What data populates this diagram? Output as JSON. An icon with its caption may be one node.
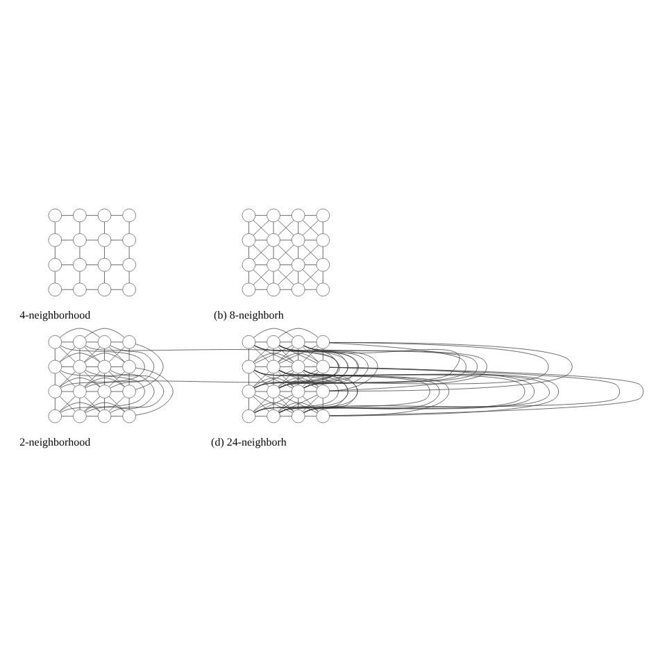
{
  "diagram": {
    "nodes": [
      {
        "text": [],
        "shape": "circle"
      },
      {
        "text": [],
        "shape": "circle"
      },
      {
        "text": [],
        "shape": "circle"
      },
      {
        "text": [],
        "shape": "circle"
      },
      {
        "text": [],
        "shape": "circle"
      },
      {
        "text": [],
        "shape": "circle"
      },
      {
        "text": [],
        "shape": "circle"
      },
      {
        "text": [],
        "shape": "circle"
      },
      {
        "text": [],
        "shape": "circle"
      },
      {
        "text": [],
        "shape": "circle"
      },
      {
        "text": [],
        "shape": "circle"
      },
      {
        "text": [],
        "shape": "circle"
      },
      {
        "text": [],
        "shape": "circle"
      },
      {
        "text": [],
        "shape": "circle"
      },
      {
        "text": [],
        "shape": "circle"
      },
      {
        "text": [],
        "shape": "circle"
      },
      {
        "text": [],
        "shape": "circle"
      },
      {
        "text": [],
        "shape": "circle"
      },
      {
        "text": [],
        "shape": "circle"
      },
      {
        "text": [],
        "shape": "circle"
      },
      {
        "text": [],
        "shape": "circle"
      },
      {
        "text": [],
        "shape": "circle"
      },
      {
        "text": [],
        "shape": "circle"
      },
      {
        "text": [],
        "shape": "circle"
      },
      {
        "text": [],
        "shape": "circle"
      },
      {
        "text": [],
        "shape": "circle"
      },
      {
        "text": [],
        "shape": "circle"
      },
      {
        "text": [],
        "shape": "circle"
      },
      {
        "text": [],
        "shape": "circle"
      },
      {
        "text": [],
        "shape": "circle"
      },
      {
        "text": [],
        "shape": "circle"
      },
      {
        "text": [],
        "shape": "circle"
      },
      {
        "text": [],
        "shape": "circle"
      },
      {
        "text": [],
        "shape": "circle"
      },
      {
        "text": [],
        "shape": "circle"
      },
      {
        "text": [],
        "shape": "circle"
      },
      {
        "text": [],
        "shape": "circle"
      },
      {
        "text": [],
        "shape": "circle"
      },
      {
        "text": [],
        "shape": "circle"
      },
      {
        "text": [],
        "shape": "circle"
      },
      {
        "text": [],
        "shape": "circle"
      },
      {
        "text": [],
        "shape": "circle"
      },
      {
        "text": [],
        "shape": "circle"
      },
      {
        "text": [],
        "shape": "circle"
      },
      {
        "text": [],
        "shape": "circle"
      },
      {
        "text": [],
        "shape": "circle"
      },
      {
        "text": [],
        "shape": "circle"
      },
      {
        "text": [],
        "shape": "circle"
      },
      {
        "text": [],
        "shape": "circle"
      },
      {
        "text": [],
        "shape": "circle"
      },
      {
        "text": [],
        "shape": "circle"
      },
      {
        "text": [],
        "shape": "circle"
      },
      {
        "text": [],
        "shape": "circle"
      },
      {
        "text": [],
        "shape": "circle"
      },
      {
        "text": [],
        "shape": "circle"
      },
      {
        "text": [],
        "shape": "circle"
      },
      {
        "text": [],
        "shape": "circle"
      },
      {
        "text": [],
        "shape": "circle"
      },
      {
        "text": [],
        "shape": "circle"
      },
      {
        "text": [],
        "shape": "circle"
      },
      {
        "text": [],
        "shape": "circle"
      },
      {
        "text": [],
        "shape": "circle"
      },
      {
        "text": [],
        "shape": "circle"
      },
      {
        "text": [],
        "shape": "circle"
      }
    ],
    "edges": [
      {
        "from": 0,
        "to": 1,
        "arrow": "none"
      },
      {
        "from": 1,
        "to": 2,
        "arrow": "none"
      },
      {
        "from": 2,
        "to": 3,
        "arrow": "none"
      },
      {
        "from": 4,
        "to": 5,
        "arrow": "none"
      },
      {
        "from": 5,
        "to": 6,
        "arrow": "none"
      },
      {
        "from": 6,
        "to": 7,
        "arrow": "none"
      },
      {
        "from": 8,
        "to": 9,
        "arrow": "none"
      },
      {
        "from": 9,
        "to": 10,
        "arrow": "none"
      },
      {
        "from": 10,
        "to": 11,
        "arrow": "none"
      },
      {
        "from": 12,
        "to": 13,
        "arrow": "none"
      },
      {
        "from": 13,
        "to": 14,
        "arrow": "none"
      },
      {
        "from": 14,
        "to": 15,
        "arrow": "none"
      },
      {
        "from": 0,
        "to": 4,
        "arrow": "none"
      },
      {
        "from": 1,
        "to": 5,
        "arrow": "none"
      },
      {
        "from": 2,
        "to": 6,
        "arrow": "none"
      },
      {
        "from": 3,
        "to": 7,
        "arrow": "none"
      },
      {
        "from": 4,
        "to": 8,
        "arrow": "none"
      },
      {
        "from": 5,
        "to": 9,
        "arrow": "none"
      },
      {
        "from": 6,
        "to": 10,
        "arrow": "none"
      },
      {
        "from": 7,
        "to": 11,
        "arrow": "none"
      },
      {
        "from": 8,
        "to": 12,
        "arrow": "none"
      },
      {
        "from": 9,
        "to": 13,
        "arrow": "none"
      },
      {
        "from": 10,
        "to": 14,
        "arrow": "none"
      },
      {
        "from": 11,
        "to": 15,
        "arrow": "none"
      },
      {
        "from": 16,
        "to": 17,
        "arrow": "none"
      },
      {
        "from": 17,
        "to": 18,
        "arrow": "none"
      },
      {
        "from": 18,
        "to": 19,
        "arrow": "none"
      },
      {
        "from": 20,
        "to": 21,
        "arrow": "none"
      },
      {
        "from": 21,
        "to": 22,
        "arrow": "none"
      },
      {
        "from": 22,
        "to": 23,
        "arrow": "none"
      },
      {
        "from": 24,
        "to": 25,
        "arrow": "none"
      },
      {
        "from": 25,
        "to": 26,
        "arrow": "none"
      },
      {
        "from": 26,
        "to": 27,
        "arrow": "none"
      },
      {
        "from": 28,
        "to": 29,
        "arrow": "none"
      },
      {
        "from": 29,
        "to": 30,
        "arrow": "none"
      },
      {
        "from": 30,
        "to": 31,
        "arrow": "none"
      },
      {
        "from": 16,
        "to": 20,
        "arrow": "none"
      },
      {
        "from": 17,
        "to": 21,
        "arrow": "none"
      },
      {
        "from": 18,
        "to": 22,
        "arrow": "none"
      },
      {
        "from": 19,
        "to": 23,
        "arrow": "none"
      },
      {
        "from": 20,
        "to": 24,
        "arrow": "none"
      },
      {
        "from": 21,
        "to": 25,
        "arrow": "none"
      },
      {
        "from": 22,
        "to": 26,
        "arrow": "none"
      },
      {
        "from": 23,
        "to": 27,
        "arrow": "none"
      },
      {
        "from": 24,
        "to": 28,
        "arrow": "none"
      },
      {
        "from": 25,
        "to": 29,
        "arrow": "none"
      },
      {
        "from": 26,
        "to": 30,
        "arrow": "none"
      },
      {
        "from": 27,
        "to": 31,
        "arrow": "none"
      },
      {
        "from": 16,
        "to": 21,
        "arrow": "none"
      },
      {
        "from": 17,
        "to": 22,
        "arrow": "none"
      },
      {
        "from": 18,
        "to": 23,
        "arrow": "none"
      },
      {
        "from": 20,
        "to": 25,
        "arrow": "none"
      },
      {
        "from": 21,
        "to": 26,
        "arrow": "none"
      },
      {
        "from": 22,
        "to": 27,
        "arrow": "none"
      },
      {
        "from": 24,
        "to": 29,
        "arrow": "none"
      },
      {
        "from": 25,
        "to": 30,
        "arrow": "none"
      },
      {
        "from": 26,
        "to": 31,
        "arrow": "none"
      },
      {
        "from": 17,
        "to": 20,
        "arrow": "none"
      },
      {
        "from": 18,
        "to": 21,
        "arrow": "none"
      },
      {
        "from": 19,
        "to": 22,
        "arrow": "none"
      },
      {
        "from": 21,
        "to": 24,
        "arrow": "none"
      },
      {
        "from": 22,
        "to": 25,
        "arrow": "none"
      },
      {
        "from": 23,
        "to": 26,
        "arrow": "none"
      },
      {
        "from": 25,
        "to": 28,
        "arrow": "none"
      },
      {
        "from": 26,
        "to": 29,
        "arrow": "none"
      },
      {
        "from": 27,
        "to": 30,
        "arrow": "none"
      },
      {
        "from": 32,
        "to": 33,
        "arrow": "none"
      },
      {
        "from": 33,
        "to": 34,
        "arrow": "none"
      },
      {
        "from": 34,
        "to": 35,
        "arrow": "none"
      },
      {
        "from": 36,
        "to": 37,
        "arrow": "none"
      },
      {
        "from": 37,
        "to": 38,
        "arrow": "none"
      },
      {
        "from": 38,
        "to": 39,
        "arrow": "none"
      },
      {
        "from": 40,
        "to": 41,
        "arrow": "none"
      },
      {
        "from": 41,
        "to": 42,
        "arrow": "none"
      },
      {
        "from": 42,
        "to": 43,
        "arrow": "none"
      },
      {
        "from": 44,
        "to": 45,
        "arrow": "none"
      },
      {
        "from": 45,
        "to": 46,
        "arrow": "none"
      },
      {
        "from": 46,
        "to": 47,
        "arrow": "none"
      },
      {
        "from": 32,
        "to": 36,
        "arrow": "none"
      },
      {
        "from": 33,
        "to": 37,
        "arrow": "none"
      },
      {
        "from": 34,
        "to": 38,
        "arrow": "none"
      },
      {
        "from": 35,
        "to": 39,
        "arrow": "none"
      },
      {
        "from": 36,
        "to": 40,
        "arrow": "none"
      },
      {
        "from": 37,
        "to": 41,
        "arrow": "none"
      },
      {
        "from": 38,
        "to": 42,
        "arrow": "none"
      },
      {
        "from": 39,
        "to": 43,
        "arrow": "none"
      },
      {
        "from": 40,
        "to": 44,
        "arrow": "none"
      },
      {
        "from": 41,
        "to": 45,
        "arrow": "none"
      },
      {
        "from": 42,
        "to": 46,
        "arrow": "none"
      },
      {
        "from": 43,
        "to": 47,
        "arrow": "none"
      },
      {
        "from": 32,
        "to": 37,
        "arrow": "none"
      },
      {
        "from": 33,
        "to": 38,
        "arrow": "none"
      },
      {
        "from": 34,
        "to": 39,
        "arrow": "none"
      },
      {
        "from": 36,
        "to": 41,
        "arrow": "none"
      },
      {
        "from": 37,
        "to": 42,
        "arrow": "none"
      },
      {
        "from": 38,
        "to": 43,
        "arrow": "none"
      },
      {
        "from": 40,
        "to": 45,
        "arrow": "none"
      },
      {
        "from": 41,
        "to": 46,
        "arrow": "none"
      },
      {
        "from": 42,
        "to": 47,
        "arrow": "none"
      },
      {
        "from": 33,
        "to": 36,
        "arrow": "none"
      },
      {
        "from": 34,
        "to": 37,
        "arrow": "none"
      },
      {
        "from": 35,
        "to": 38,
        "arrow": "none"
      },
      {
        "from": 37,
        "to": 40,
        "arrow": "none"
      },
      {
        "from": 38,
        "to": 41,
        "arrow": "none"
      },
      {
        "from": 39,
        "to": 42,
        "arrow": "none"
      },
      {
        "from": 41,
        "to": 44,
        "arrow": "none"
      },
      {
        "from": 42,
        "to": 45,
        "arrow": "none"
      },
      {
        "from": 43,
        "to": 46,
        "arrow": "none"
      },
      {
        "from": 32,
        "to": 34,
        "arrow": "none"
      },
      {
        "from": 33,
        "to": 35,
        "arrow": "none"
      },
      {
        "from": 36,
        "to": 38,
        "arrow": "none"
      },
      {
        "from": 37,
        "to": 39,
        "arrow": "none"
      },
      {
        "from": 40,
        "to": 42,
        "arrow": "none"
      },
      {
        "from": 41,
        "to": 43,
        "arrow": "none"
      },
      {
        "from": 44,
        "to": 46,
        "arrow": "none"
      },
      {
        "from": 45,
        "to": 47,
        "arrow": "none"
      },
      {
        "from": 32,
        "to": 40,
        "arrow": "none"
      },
      {
        "from": 33,
        "to": 41,
        "arrow": "none"
      },
      {
        "from": 34,
        "to": 42,
        "arrow": "none"
      },
      {
        "from": 35,
        "to": 43,
        "arrow": "none"
      },
      {
        "from": 36,
        "to": 44,
        "arrow": "none"
      },
      {
        "from": 37,
        "to": 45,
        "arrow": "none"
      },
      {
        "from": 38,
        "to": 46,
        "arrow": "none"
      },
      {
        "from": 39,
        "to": 47,
        "arrow": "none"
      },
      {
        "from": 48,
        "to": 49,
        "arrow": "none"
      },
      {
        "from": 49,
        "to": 50,
        "arrow": "none"
      },
      {
        "from": 50,
        "to": 51,
        "arrow": "none"
      },
      {
        "from": 52,
        "to": 53,
        "arrow": "none"
      },
      {
        "from": 53,
        "to": 54,
        "arrow": "none"
      },
      {
        "from": 54,
        "to": 55,
        "arrow": "none"
      },
      {
        "from": 56,
        "to": 57,
        "arrow": "none"
      },
      {
        "from": 57,
        "to": 58,
        "arrow": "none"
      },
      {
        "from": 58,
        "to": 59,
        "arrow": "none"
      },
      {
        "from": 60,
        "to": 61,
        "arrow": "none"
      },
      {
        "from": 61,
        "to": 62,
        "arrow": "none"
      },
      {
        "from": 62,
        "to": 63,
        "arrow": "none"
      },
      {
        "from": 48,
        "to": 52,
        "arrow": "none"
      },
      {
        "from": 49,
        "to": 53,
        "arrow": "none"
      },
      {
        "from": 50,
        "to": 54,
        "arrow": "none"
      },
      {
        "from": 51,
        "to": 55,
        "arrow": "none"
      },
      {
        "from": 52,
        "to": 56,
        "arrow": "none"
      },
      {
        "from": 53,
        "to": 57,
        "arrow": "none"
      },
      {
        "from": 54,
        "to": 58,
        "arrow": "none"
      },
      {
        "from": 55,
        "to": 59,
        "arrow": "none"
      },
      {
        "from": 56,
        "to": 60,
        "arrow": "none"
      },
      {
        "from": 57,
        "to": 61,
        "arrow": "none"
      },
      {
        "from": 58,
        "to": 62,
        "arrow": "none"
      },
      {
        "from": 59,
        "to": 63,
        "arrow": "none"
      },
      {
        "from": 48,
        "to": 53,
        "arrow": "none"
      },
      {
        "from": 49,
        "to": 54,
        "arrow": "none"
      },
      {
        "from": 50,
        "to": 55,
        "arrow": "none"
      },
      {
        "from": 52,
        "to": 57,
        "arrow": "none"
      },
      {
        "from": 53,
        "to": 58,
        "arrow": "none"
      },
      {
        "from": 54,
        "to": 59,
        "arrow": "none"
      },
      {
        "from": 56,
        "to": 61,
        "arrow": "none"
      },
      {
        "from": 57,
        "to": 62,
        "arrow": "none"
      },
      {
        "from": 58,
        "to": 63,
        "arrow": "none"
      },
      {
        "from": 49,
        "to": 52,
        "arrow": "none"
      },
      {
        "from": 50,
        "to": 53,
        "arrow": "none"
      },
      {
        "from": 51,
        "to": 54,
        "arrow": "none"
      },
      {
        "from": 53,
        "to": 56,
        "arrow": "none"
      },
      {
        "from": 54,
        "to": 57,
        "arrow": "none"
      },
      {
        "from": 55,
        "to": 58,
        "arrow": "none"
      },
      {
        "from": 57,
        "to": 60,
        "arrow": "none"
      },
      {
        "from": 58,
        "to": 61,
        "arrow": "none"
      },
      {
        "from": 59,
        "to": 62,
        "arrow": "none"
      },
      {
        "from": 48,
        "to": 50,
        "arrow": "none"
      },
      {
        "from": 49,
        "to": 51,
        "arrow": "none"
      },
      {
        "from": 52,
        "to": 54,
        "arrow": "none"
      },
      {
        "from": 53,
        "to": 55,
        "arrow": "none"
      },
      {
        "from": 56,
        "to": 58,
        "arrow": "none"
      },
      {
        "from": 57,
        "to": 59,
        "arrow": "none"
      },
      {
        "from": 60,
        "to": 62,
        "arrow": "none"
      },
      {
        "from": 61,
        "to": 63,
        "arrow": "none"
      },
      {
        "from": 48,
        "to": 56,
        "arrow": "none"
      },
      {
        "from": 49,
        "to": 57,
        "arrow": "none"
      },
      {
        "from": 50,
        "to": 58,
        "arrow": "none"
      },
      {
        "from": 51,
        "to": 59,
        "arrow": "none"
      },
      {
        "from": 52,
        "to": 60,
        "arrow": "none"
      },
      {
        "from": 53,
        "to": 61,
        "arrow": "none"
      },
      {
        "from": 54,
        "to": 62,
        "arrow": "none"
      },
      {
        "from": 55,
        "to": 63,
        "arrow": "none"
      },
      {
        "from": 48,
        "to": 57,
        "arrow": "none"
      },
      {
        "from": 49,
        "to": 58,
        "arrow": "none"
      },
      {
        "from": 50,
        "to": 59,
        "arrow": "none"
      },
      {
        "from": 52,
        "to": 61,
        "arrow": "none"
      },
      {
        "from": 53,
        "to": 62,
        "arrow": "none"
      },
      {
        "from": 54,
        "to": 63,
        "arrow": "none"
      },
      {
        "from": 49,
        "to": 56,
        "arrow": "none"
      },
      {
        "from": 50,
        "to": 57,
        "arrow": "none"
      },
      {
        "from": 51,
        "to": 58,
        "arrow": "none"
      },
      {
        "from": 53,
        "to": 60,
        "arrow": "none"
      },
      {
        "from": 54,
        "to": 61,
        "arrow": "none"
      },
      {
        "from": 55,
        "to": 62,
        "arrow": "none"
      },
      {
        "from": 48,
        "to": 54,
        "arrow": "none"
      },
      {
        "from": 49,
        "to": 55,
        "arrow": "none"
      },
      {
        "from": 52,
        "to": 58,
        "arrow": "none"
      },
      {
        "from": 53,
        "to": 59,
        "arrow": "none"
      },
      {
        "from": 56,
        "to": 62,
        "arrow": "none"
      },
      {
        "from": 57,
        "to": 63,
        "arrow": "none"
      },
      {
        "from": 50,
        "to": 52,
        "arrow": "none"
      },
      {
        "from": 51,
        "to": 53,
        "arrow": "none"
      },
      {
        "from": 54,
        "to": 56,
        "arrow": "none"
      },
      {
        "from": 55,
        "to": 57,
        "arrow": "none"
      },
      {
        "from": 58,
        "to": 60,
        "arrow": "none"
      },
      {
        "from": 59,
        "to": 61,
        "arrow": "none"
      },
      {
        "from": 48,
        "to": 58,
        "arrow": "none"
      },
      {
        "from": 49,
        "to": 59,
        "arrow": "none"
      },
      {
        "from": 52,
        "to": 62,
        "arrow": "none"
      },
      {
        "from": 53,
        "to": 63,
        "arrow": "none"
      },
      {
        "from": 50,
        "to": 56,
        "arrow": "none"
      },
      {
        "from": 51,
        "to": 57,
        "arrow": "none"
      },
      {
        "from": 54,
        "to": 60,
        "arrow": "none"
      },
      {
        "from": 55,
        "to": 61,
        "arrow": "none"
      }
    ],
    "labels": [
      "4-neighborhood",
      "(b) 8-neighborh",
      "2-neighborhood",
      "(d) 24-neighborh"
    ]
  }
}
